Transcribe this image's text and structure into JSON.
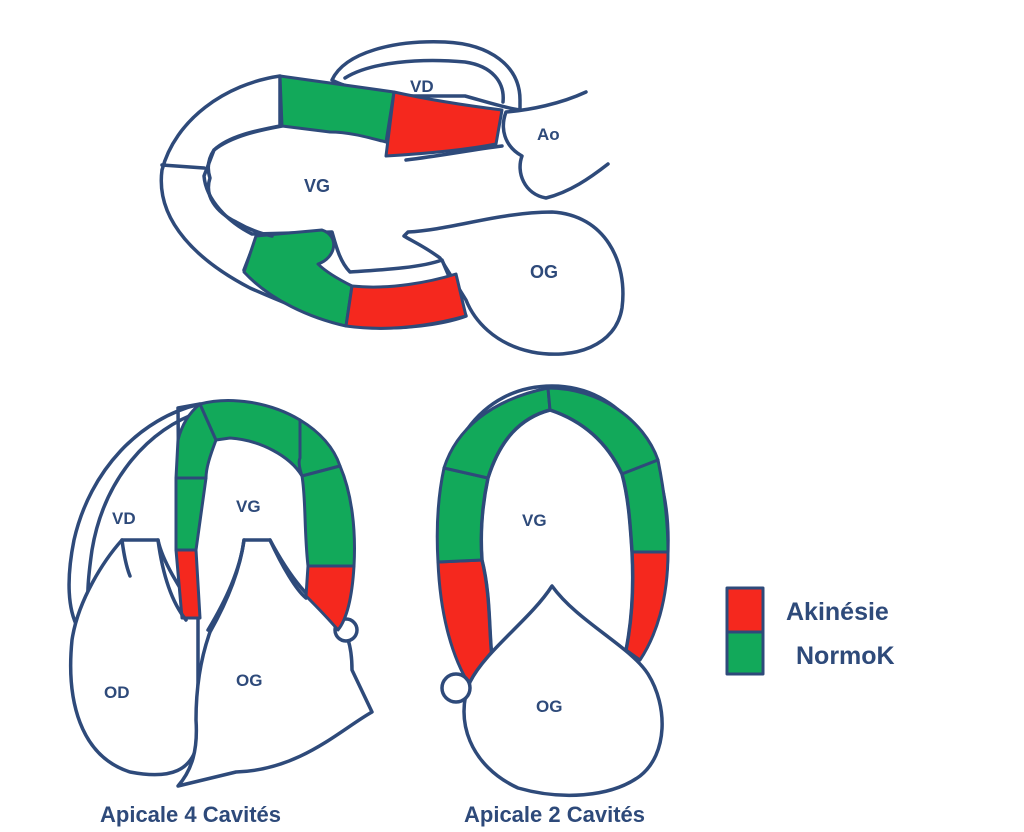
{
  "colors": {
    "outline": "#2e4a7a",
    "akinesie": "#f5281e",
    "normok": "#12a95a",
    "background": "#ffffff"
  },
  "parasternal": {
    "labels": {
      "vd": "VD",
      "ao": "Ao",
      "vg": "VG",
      "og": "OG"
    },
    "segments": [
      {
        "id": "anteroseptal-basal",
        "state": "akinesie"
      },
      {
        "id": "anteroseptal-mid",
        "state": "normok"
      },
      {
        "id": "inferolateral-mid",
        "state": "normok"
      },
      {
        "id": "inferolateral-basal",
        "state": "akinesie"
      }
    ]
  },
  "a4c": {
    "caption": "Apicale 4 Cavités",
    "labels": {
      "vd": "VD",
      "vg": "VG",
      "od": "OD",
      "og": "OG"
    },
    "segments": [
      {
        "id": "septal-basal",
        "state": "akinesie"
      },
      {
        "id": "septal-mid",
        "state": "normok"
      },
      {
        "id": "septal-apical",
        "state": "normok"
      },
      {
        "id": "apex",
        "state": "normok"
      },
      {
        "id": "lateral-apical",
        "state": "normok"
      },
      {
        "id": "lateral-mid",
        "state": "normok"
      },
      {
        "id": "lateral-basal",
        "state": "akinesie"
      }
    ]
  },
  "a2c": {
    "caption": "Apicale 2 Cavités",
    "labels": {
      "vg": "VG",
      "og": "OG"
    },
    "segments": [
      {
        "id": "inferior-basal",
        "state": "akinesie"
      },
      {
        "id": "inferior-mid",
        "state": "normok"
      },
      {
        "id": "inferior-apical",
        "state": "normok"
      },
      {
        "id": "anterior-apical",
        "state": "normok"
      },
      {
        "id": "anterior-mid",
        "state": "normok"
      },
      {
        "id": "anterior-basal",
        "state": "akinesie"
      }
    ]
  },
  "legend": [
    {
      "key": "akinesie",
      "label": "Akinésie"
    },
    {
      "key": "normok",
      "label": "NormoK"
    }
  ]
}
